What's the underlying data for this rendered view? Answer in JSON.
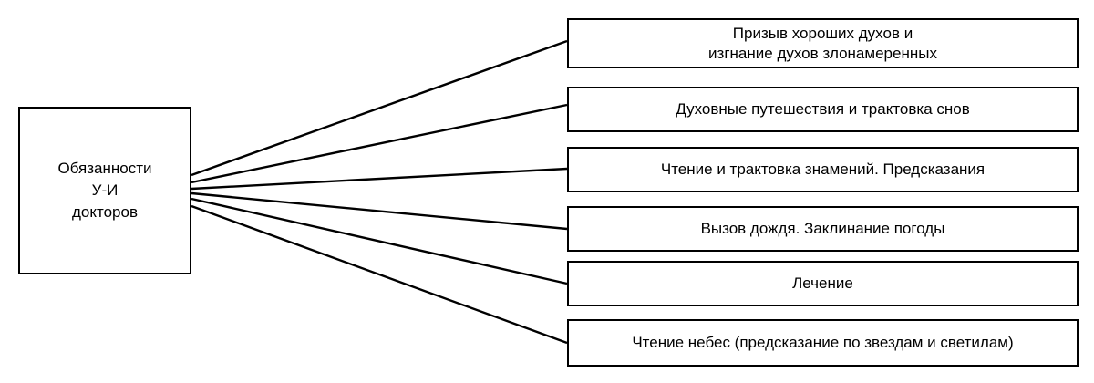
{
  "center": {
    "lines": [
      "Обязанности",
      "У-И",
      "докторов"
    ]
  },
  "duties": [
    {
      "lines": [
        "Призыв хороших духов и",
        "изгнание духов злонамеренных"
      ]
    },
    {
      "lines": [
        "Духовные путешествия и трактовка снов"
      ]
    },
    {
      "lines": [
        "Чтение и трактовка знамений. Предсказания"
      ]
    },
    {
      "lines": [
        "Вызов дождя. Заклинание погоды"
      ]
    },
    {
      "lines": [
        "Лечение"
      ]
    },
    {
      "lines": [
        "Чтение небес (предсказание по звездам и светилам)"
      ]
    }
  ],
  "colors": {
    "stroke": "#000000",
    "background": "#ffffff"
  }
}
